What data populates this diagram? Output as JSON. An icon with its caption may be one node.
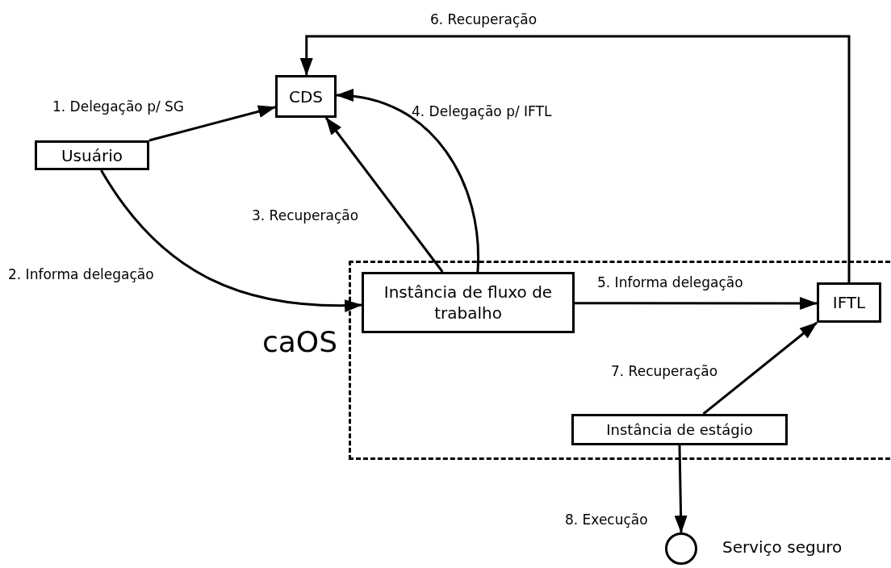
{
  "diagram": {
    "nodes": [
      {
        "text": [
          "CDS"
        ]
      },
      {
        "text": [
          "Usuário"
        ]
      },
      {
        "text": [
          "caOS"
        ]
      },
      {
        "text": [
          "Instância de fluxo de trabalho"
        ],
        "in": 2
      },
      {
        "text": [
          "IFTL"
        ],
        "in": 2
      },
      {
        "text": [
          "Instância de estágio"
        ],
        "in": 2
      },
      {
        "text": [],
        "shape": "circle",
        "beside": [
          "Serviço seguro"
        ]
      }
    ],
    "edges": [
      {
        "from": 1,
        "to": 0,
        "arrow": "to",
        "label": "1. Delegação p/ SG"
      },
      {
        "from": 1,
        "to": 3,
        "arrow": "to",
        "label": "2. Informa delegação"
      },
      {
        "from": 3,
        "to": 0,
        "arrow": "to",
        "label": "3. Recuperação"
      },
      {
        "from": 3,
        "to": 0,
        "arrow": "to",
        "label": "4. Delegação p/ IFTL"
      },
      {
        "from": 3,
        "to": 4,
        "arrow": "to",
        "label": "5. Informa delegação"
      },
      {
        "from": 4,
        "to": 0,
        "arrow": "to",
        "label": "6. Recuperação"
      },
      {
        "from": 5,
        "to": 4,
        "arrow": "to",
        "label": "7. Recuperação"
      },
      {
        "from": 5,
        "to": 6,
        "arrow": "to",
        "label": "8. Execução"
      }
    ]
  }
}
